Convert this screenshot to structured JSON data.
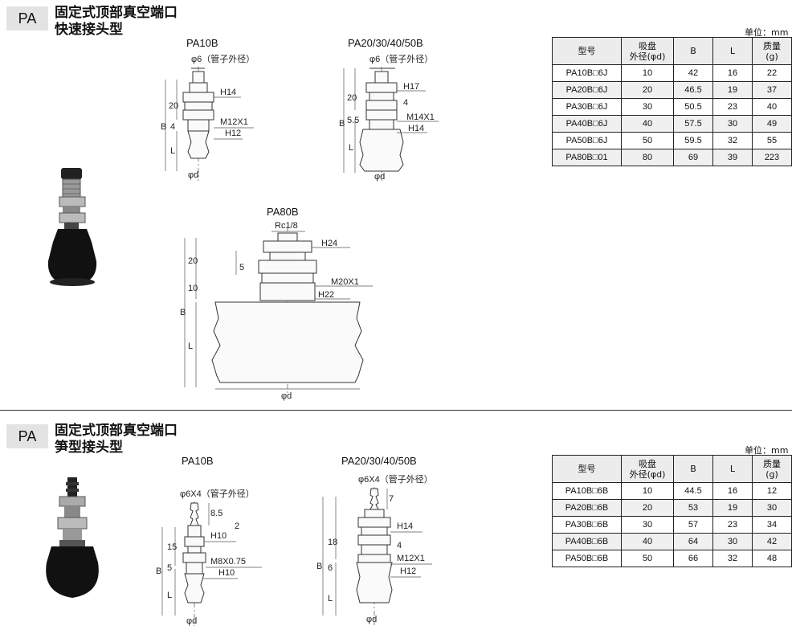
{
  "section1": {
    "badge": "PA",
    "title_line1": "固定式顶部真空端口",
    "title_line2": "快速接头型",
    "unit": "单位：mm",
    "models": {
      "a": "PA10B",
      "b": "PA20/30/40/50B",
      "c": "PA80B"
    },
    "annotations": {
      "tube": "φ6（管子外径）",
      "a_hex_top": "H14",
      "a_thread": "M12X1",
      "a_hex_bot": "H12",
      "a_dim_top": "20",
      "a_dim_mid": "4",
      "b_hex_top": "H17",
      "b_thread": "M14X1",
      "b_hex_bot": "H14",
      "b_dim_top": "20",
      "b_dim_mid1": "4",
      "b_dim_mid2": "5.5",
      "c_port": "Rc1/8",
      "c_hex_top": "H24",
      "c_thread": "M20X1",
      "c_hex_bot": "H22",
      "c_dim_top": "20",
      "c_dim_mid1": "5",
      "c_dim_mid2": "10",
      "dim_B": "B",
      "dim_L": "L",
      "dim_d": "φd"
    },
    "table": {
      "headers": [
        "型号",
        "吸盘\n外径(φd)",
        "B",
        "L",
        "质量\n(g)"
      ],
      "rows": [
        [
          "PA10B□6J",
          "10",
          "42",
          "16",
          "22"
        ],
        [
          "PA20B□6J",
          "20",
          "46.5",
          "19",
          "37"
        ],
        [
          "PA30B□6J",
          "30",
          "50.5",
          "23",
          "40"
        ],
        [
          "PA40B□6J",
          "40",
          "57.5",
          "30",
          "49"
        ],
        [
          "PA50B□6J",
          "50",
          "59.5",
          "32",
          "55"
        ],
        [
          "PA80B□01",
          "80",
          "69",
          "39",
          "223"
        ]
      ]
    }
  },
  "section2": {
    "badge": "PA",
    "title_line1": "固定式顶部真空端口",
    "title_line2": "笋型接头型",
    "unit": "单位：mm",
    "models": {
      "a": "PA10B",
      "b": "PA20/30/40/50B"
    },
    "annotations": {
      "a_tube": "φ6X4（管子外径）",
      "a_dim_85": "8.5",
      "a_dim_2": "2",
      "a_hex_top": "H10",
      "a_thread": "M8X0.75",
      "a_hex_bot": "H10",
      "a_dim_15": "15",
      "a_dim_5": "5",
      "b_tube": "φ6X4（管子外径）",
      "b_dim_7": "7",
      "b_hex_top": "H14",
      "b_dim_4": "4",
      "b_thread": "M12X1",
      "b_hex_bot": "H12",
      "b_dim_18": "18",
      "b_dim_6": "6",
      "dim_B": "B",
      "dim_L": "L",
      "dim_d": "φd"
    },
    "table": {
      "headers": [
        "型号",
        "吸盘\n外径(φd)",
        "B",
        "L",
        "质量\n(g)"
      ],
      "rows": [
        [
          "PA10B□6B",
          "10",
          "44.5",
          "16",
          "12"
        ],
        [
          "PA20B□6B",
          "20",
          "53",
          "19",
          "30"
        ],
        [
          "PA30B□6B",
          "30",
          "57",
          "23",
          "34"
        ],
        [
          "PA40B□6B",
          "40",
          "64",
          "30",
          "42"
        ],
        [
          "PA50B□6B",
          "50",
          "66",
          "32",
          "48"
        ]
      ]
    }
  }
}
